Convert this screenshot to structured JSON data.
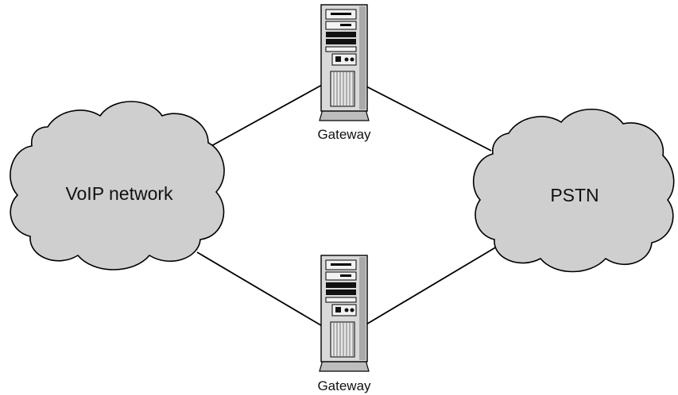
{
  "diagram": {
    "nodes": {
      "voip": {
        "label": "VoIP network",
        "shape": "cloud"
      },
      "pstn": {
        "label": "PSTN",
        "shape": "cloud"
      },
      "gateway_top": {
        "label": "Gateway",
        "icon": "server-tower-icon"
      },
      "gateway_bottom": {
        "label": "Gateway",
        "icon": "server-tower-icon"
      }
    },
    "edges": [
      {
        "from": "voip",
        "to": "gateway_top"
      },
      {
        "from": "gateway_top",
        "to": "pstn"
      },
      {
        "from": "voip",
        "to": "gateway_bottom"
      },
      {
        "from": "gateway_bottom",
        "to": "pstn"
      }
    ],
    "colors": {
      "cloud_fill": "#cfcfcf",
      "line": "#000000",
      "server_body": "#d9d9d9"
    }
  }
}
